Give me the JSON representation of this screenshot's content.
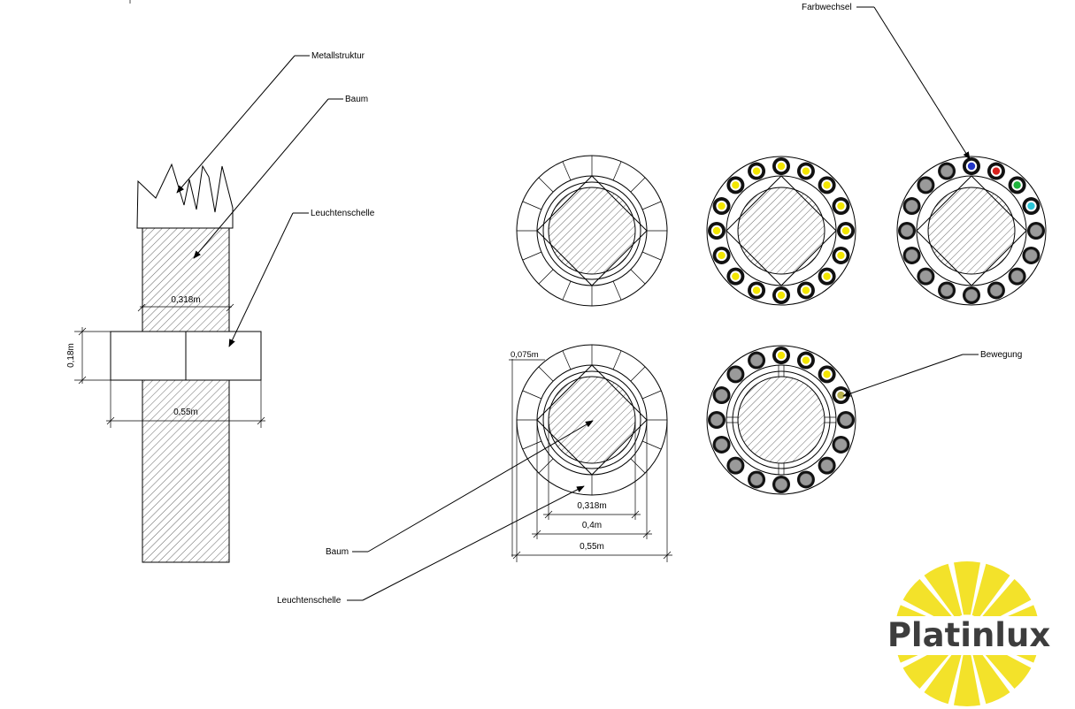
{
  "labels": {
    "metallstruktur": "Metallstruktur",
    "baum_side": "Baum",
    "leuchtenschelle_side": "Leuchtenschelle",
    "farbwechsel": "Farbwechsel",
    "bewegung": "Bewegung",
    "baum_top": "Baum",
    "leuchtenschelle_top": "Leuchtenschelle"
  },
  "dimensions": {
    "side_trunk_width": "0,318m",
    "side_clamp_height": "0,18m",
    "side_clamp_width": "0,55m",
    "top_ring_thickness": "0,075m",
    "top_trunk": "0,318m",
    "top_inner": "0,4m",
    "top_outer": "0,55m"
  },
  "brand": {
    "name": "Platinlux",
    "sun_color": "#f3e22a",
    "text_color": "#3d3d3d"
  },
  "colors": {
    "yellow_led": "#f3e600",
    "led_blue": "#2336c8",
    "led_red": "#d8201c",
    "led_green": "#1fb43c",
    "led_cyan": "#2cc6d8",
    "led_off": "#9a9a9a"
  }
}
